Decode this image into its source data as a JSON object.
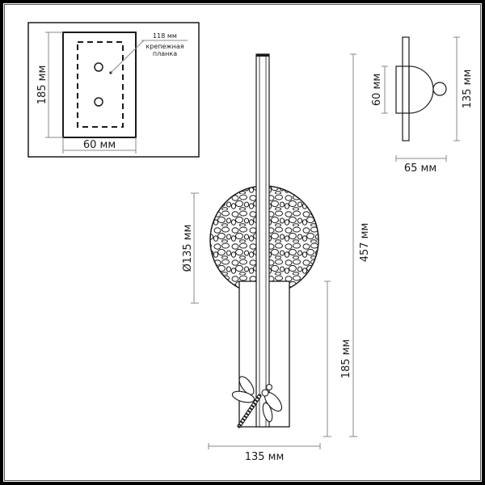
{
  "drawing": {
    "inset": {
      "height_label": "185 мм",
      "width_label": "60 мм",
      "plate_length_label": "118 мм",
      "plate_name_line1": "крепежная",
      "plate_name_line2": "планка"
    },
    "side_view": {
      "depth_label": "60 мм",
      "height_label": "135 мм",
      "width_label": "65 мм"
    },
    "front_view": {
      "diameter_label": "Ø135 мм",
      "total_height_label": "457 мм",
      "body_height_label": "185 мм",
      "width_label": "135 мм"
    },
    "colors": {
      "line": "#1a1a1a",
      "dimension": "#8a8a8a",
      "frame": "#000000"
    }
  }
}
